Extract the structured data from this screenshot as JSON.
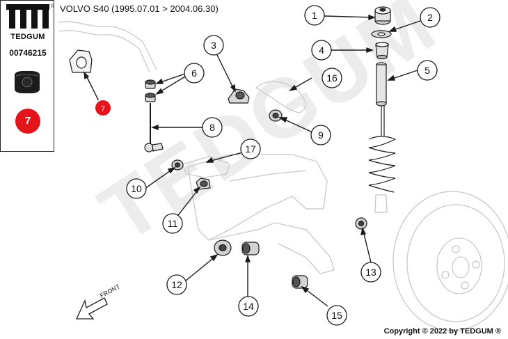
{
  "header": {
    "title": "VOLVO S40  (1995.07.01 > 2004.06.30)"
  },
  "sidebar": {
    "brand": "TEDGUM",
    "part_number": "00746215",
    "highlight_number": "7"
  },
  "watermark": "TEDGUM",
  "front_label": "FRONT",
  "copyright": "Copyright © 2022 by TEDGUM ®",
  "colors": {
    "highlight": "#e4141b",
    "line": "#1a1a1a",
    "ghost": "#c8c8c8"
  },
  "callouts": [
    {
      "n": "1"
    },
    {
      "n": "2"
    },
    {
      "n": "3"
    },
    {
      "n": "4"
    },
    {
      "n": "5"
    },
    {
      "n": "6"
    },
    {
      "n": "7"
    },
    {
      "n": "8"
    },
    {
      "n": "9"
    },
    {
      "n": "10"
    },
    {
      "n": "11"
    },
    {
      "n": "12"
    },
    {
      "n": "13"
    },
    {
      "n": "14"
    },
    {
      "n": "15"
    },
    {
      "n": "16"
    },
    {
      "n": "17"
    }
  ]
}
